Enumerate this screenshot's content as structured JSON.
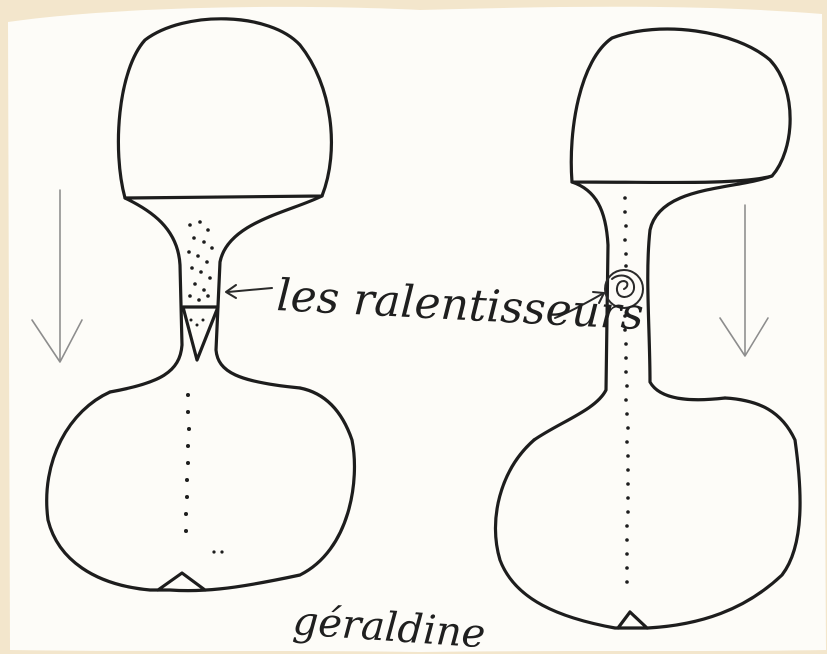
{
  "labels": {
    "annotation": "les ralentisseurs",
    "signature": "géraldine"
  },
  "colors": {
    "paper_border": "#f3e6cc",
    "paper": "#fdfcf8",
    "ink": "#1d1d1d",
    "arrow_pencil": "#8d8d8d"
  },
  "figures": [
    {
      "name": "left-hourglass",
      "slowdown_device": "funnel"
    },
    {
      "name": "right-hourglass",
      "slowdown_device": "spiral"
    }
  ]
}
